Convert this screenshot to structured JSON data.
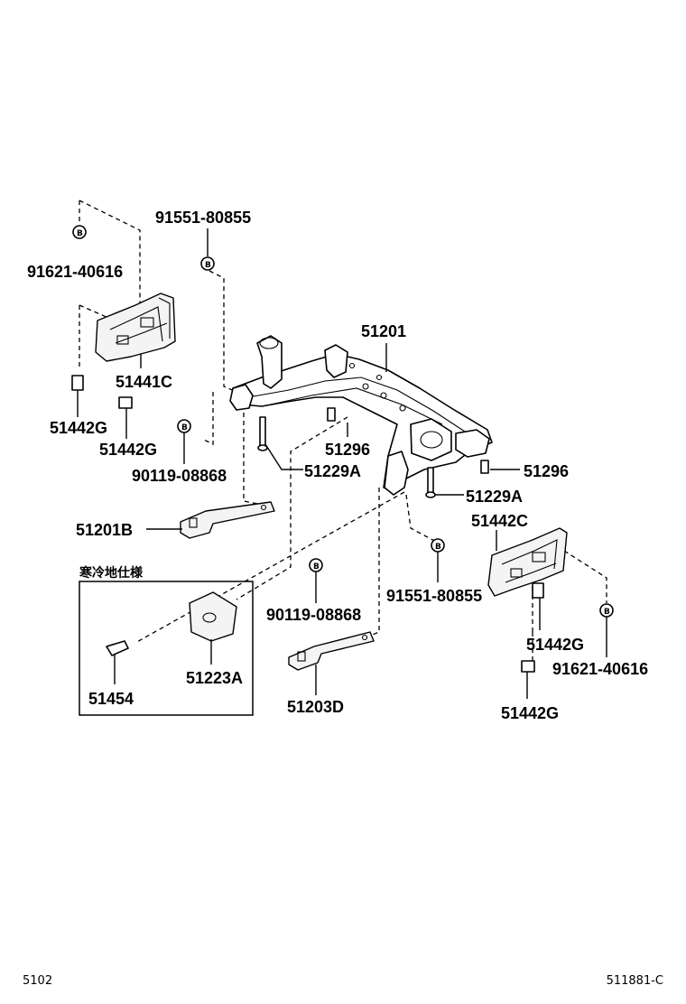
{
  "diagram": {
    "labels": {
      "p51201": "51201",
      "p91551_top": "91551-80855",
      "p91621_left": "91621-40616",
      "p51441C": "51441C",
      "p51442G_1": "51442G",
      "p51442G_2": "51442G",
      "p90119_1": "90119-08868",
      "p51296_1": "51296",
      "p51229A_1": "51229A",
      "p51296_2": "51296",
      "p51229A_2": "51229A",
      "p51201B": "51201B",
      "p51442C": "51442C",
      "p91551_right": "91551-80855",
      "p90119_2": "90119-08868",
      "p51442G_3": "51442G",
      "p91621_right": "91621-40616",
      "p51442G_4": "51442G",
      "p51223A": "51223A",
      "p51454": "51454",
      "p51203D": "51203D"
    },
    "inset_title": "寒冷地仕様",
    "bolt_marker": "B",
    "footer_left": "5102",
    "footer_right": "511881-C"
  }
}
